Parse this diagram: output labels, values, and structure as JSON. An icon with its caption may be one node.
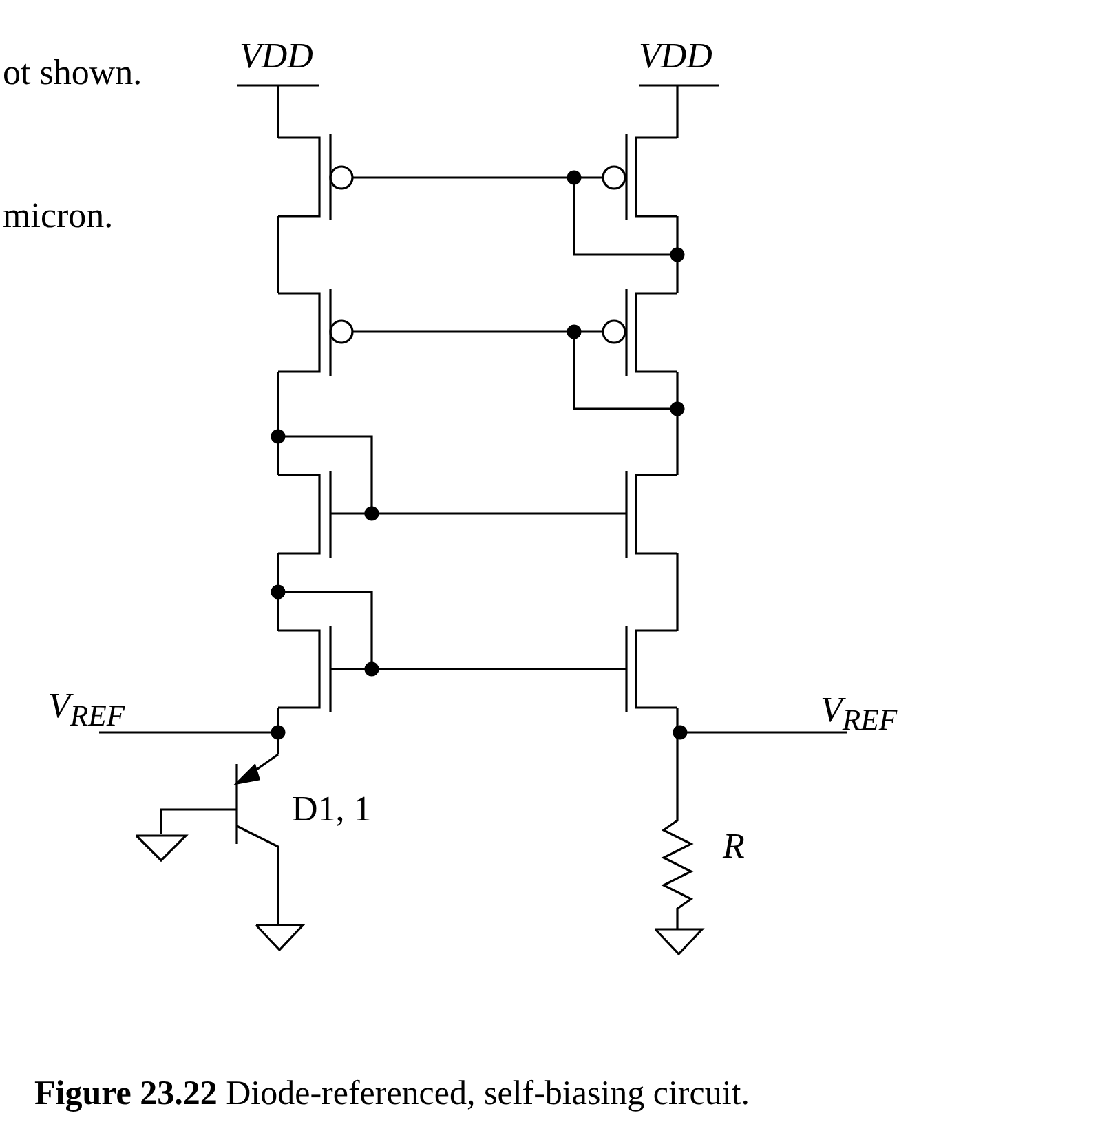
{
  "diagram": {
    "caption": "**Figure 23.22** Diode-referenced, self-biasing circuit.",
    "labels": [
      "ot shown.",
      "VDD",
      "VDD",
      "micron.",
      "V$_{REF}$",
      "V$_{REF}$",
      "D1, 1",
      "R"
    ]
  }
}
